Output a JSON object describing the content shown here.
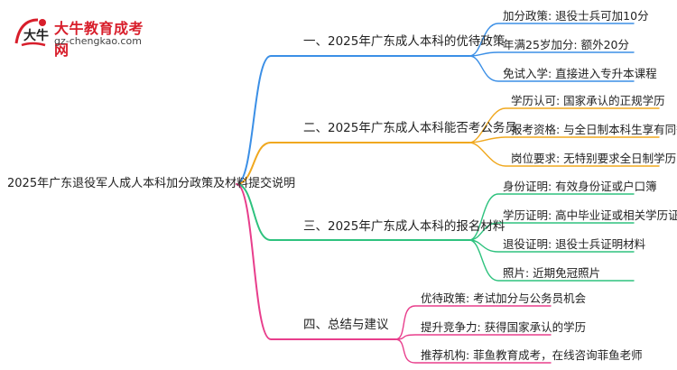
{
  "logo": {
    "title": "大牛教育成考网",
    "url": "gz-chengkao.com",
    "mark_text": "大牛"
  },
  "root": {
    "label": "2025年广东退役军人成人本科加分政策及材料提交说明"
  },
  "branches": [
    {
      "label": "一、2025年广东成人本科的优待政策",
      "color": "#3b8fe6",
      "children": [
        {
          "label": "加分政策: 退役士兵可加10分"
        },
        {
          "label": "年满25岁加分: 额外20分"
        },
        {
          "label": "免试入学: 直接进入专升本课程"
        }
      ]
    },
    {
      "label": "二、2025年广东成人本科能否考公务员",
      "color": "#f0a81f",
      "children": [
        {
          "label": "学历认可: 国家承认的正规学历"
        },
        {
          "label": "报考资格: 与全日制本科生享有同等资格"
        },
        {
          "label": "岗位要求: 无特别要求全日制学历"
        }
      ]
    },
    {
      "label": "三、2025年广东成人本科的报名材料",
      "color": "#2ec27e",
      "children": [
        {
          "label": "身份证明: 有效身份证或户口簿"
        },
        {
          "label": "学历证明: 高中毕业证或相关学历证书"
        },
        {
          "label": "退役证明: 退役士兵证明材料"
        },
        {
          "label": "照片: 近期免冠照片"
        }
      ]
    },
    {
      "label": "四、总结与建议",
      "color": "#e83e8c",
      "children": [
        {
          "label": "优待政策: 考试加分与公务员机会"
        },
        {
          "label": "提升竞争力: 获得国家承认的学历"
        },
        {
          "label": "推荐机构: 菲鱼教育成考，在线咨询菲鱼老师"
        }
      ]
    }
  ]
}
